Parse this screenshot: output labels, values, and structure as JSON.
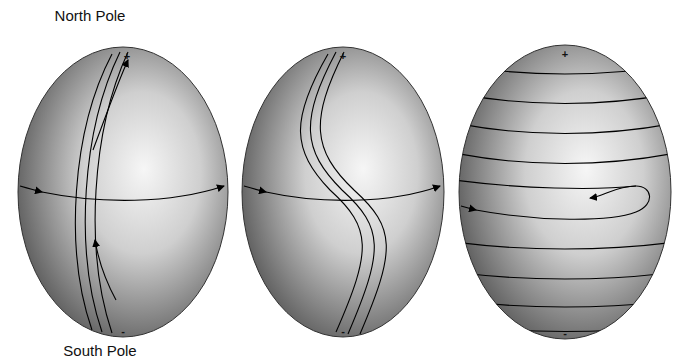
{
  "diagram": {
    "labels": [
      "North Pole",
      "+",
      "-",
      "+",
      "-",
      "+",
      "-",
      "South Pole"
    ]
  }
}
